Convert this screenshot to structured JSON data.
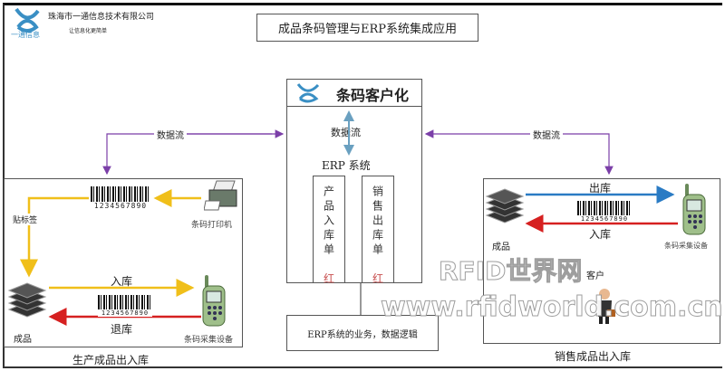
{
  "header": {
    "company": "珠海市一通信息技术有限公司",
    "slogan": "让信息化更简单",
    "logo_text": "一通信息"
  },
  "title": "成品条码管理与ERP系统集成应用",
  "center": {
    "title": "条码客户化",
    "data_flow": "数据流",
    "erp": "ERP 系统",
    "docs": [
      {
        "label": "产品入库单",
        "mark": "红"
      },
      {
        "label": "销售出库单",
        "mark": "红"
      }
    ],
    "note": "ERP系统的业务，数据逻辑"
  },
  "links": {
    "left": "数据流",
    "right": "数据流"
  },
  "left_panel": {
    "caption": "生产成品出入库",
    "printer": "条码打印机",
    "label_step": "贴标签",
    "product": "成品",
    "in": "入库",
    "return": "退库",
    "scanner": "条码采集设备",
    "barcode": "1234567890"
  },
  "right_panel": {
    "caption": "销售成品出入库",
    "product": "成品",
    "out": "出库",
    "in": "入库",
    "scanner": "条码采集设备",
    "customer": "客户",
    "barcode": "1234567890"
  },
  "watermark": {
    "line1": "RFID世界网",
    "line2": "www.rfidworld.com.cn"
  },
  "colors": {
    "purple": "#7b3fa8",
    "yellow": "#f0bf1a",
    "red": "#d62020",
    "blue": "#2a7bc4",
    "steel": "#6aa0c0"
  }
}
